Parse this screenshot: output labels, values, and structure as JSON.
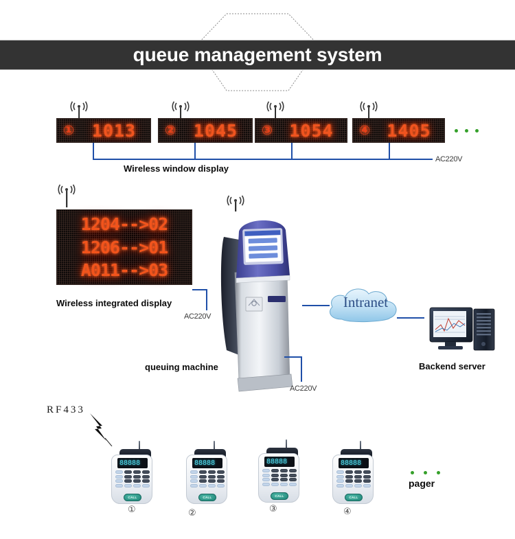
{
  "header": {
    "title": "queue management system",
    "banner_color": "#333333",
    "title_color": "#ffffff"
  },
  "window_displays": {
    "section_label": "Wireless window display",
    "power_label": "AC220V",
    "ellipsis_color": "#35a02a",
    "items": [
      {
        "index": "①",
        "number": "1013"
      },
      {
        "index": "②",
        "number": "1045"
      },
      {
        "index": "③",
        "number": "1054"
      },
      {
        "index": "④",
        "number": "1405"
      }
    ]
  },
  "integrated_display": {
    "label": "Wireless integrated display",
    "power_label": "AC220V",
    "rows": [
      "1204-->02",
      "1206-->01",
      "A011-->03"
    ]
  },
  "kiosk": {
    "label": "queuing machine",
    "power_label": "AC220V",
    "screen_buttons": 3
  },
  "network": {
    "cloud_label": "Intranet",
    "cloud_color": "#b9dcf2",
    "server_label": "Backend server"
  },
  "pagers": {
    "group_label": "pager",
    "rf_label": "RF433",
    "lcd_value": "88888",
    "call_label": "CALL",
    "items": [
      {
        "index": "①"
      },
      {
        "index": "②"
      },
      {
        "index": "③"
      },
      {
        "index": "④"
      }
    ]
  },
  "colors": {
    "wire": "#1f4fa8",
    "led_red": "#f0541f",
    "lcd_cyan": "#52d7e8"
  }
}
